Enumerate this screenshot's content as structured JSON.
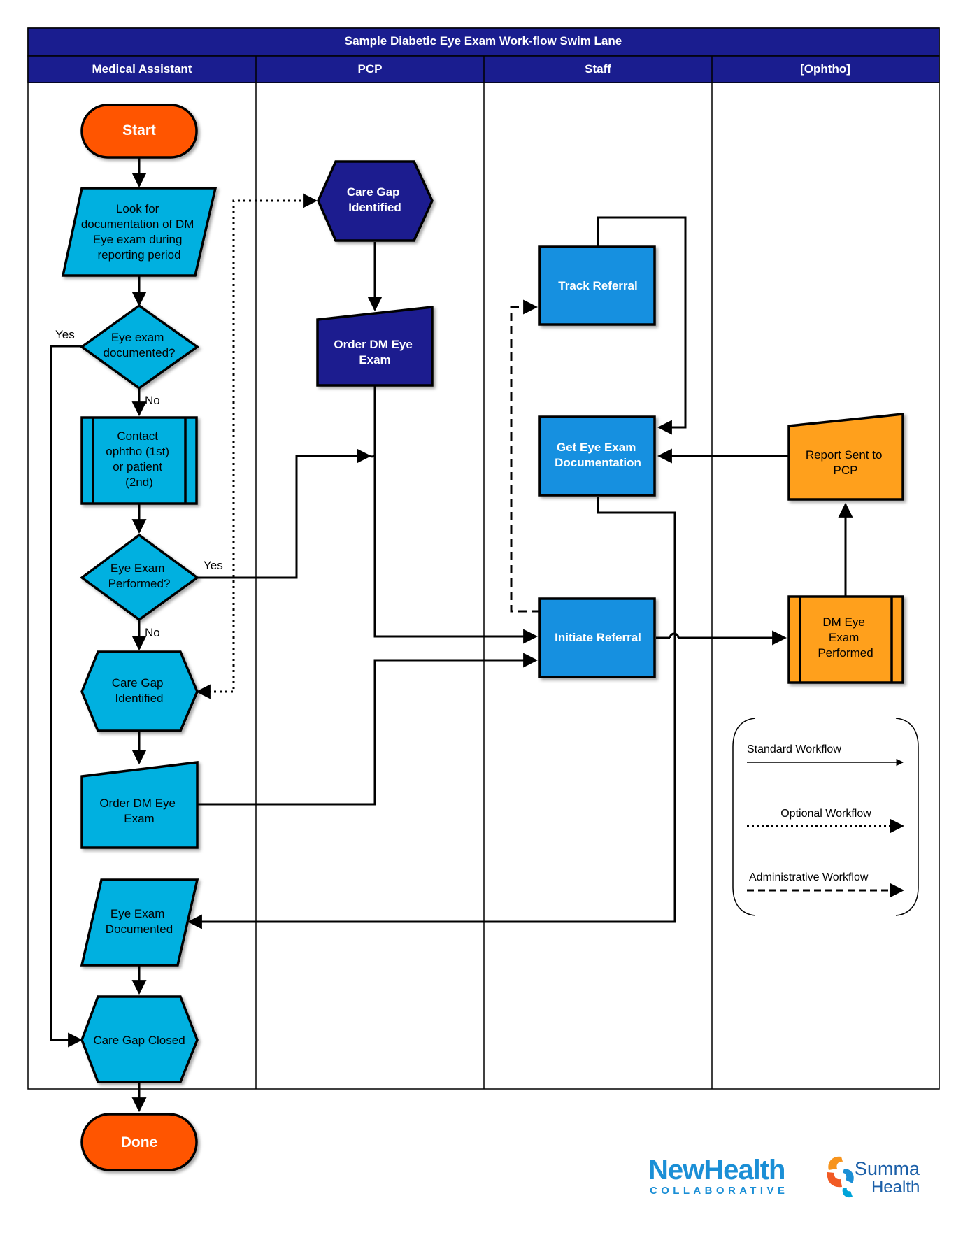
{
  "title": "Sample Diabetic Eye Exam Work-flow Swim Lane",
  "lanes": [
    "Medical Assistant",
    "PCP",
    "Staff",
    "[Ophtho]"
  ],
  "colors": {
    "header": "#1a1d8f",
    "terminal": "#ff5500",
    "ma_node": "#00b0e0",
    "pcp_node": "#1a1d8f",
    "staff_node": "#1590e0",
    "ophtho_node": "#ffa01f"
  },
  "nodes": {
    "start": "Start",
    "look_for_doc": [
      "Look for",
      "documentation of DM",
      "Eye exam during",
      "reporting period"
    ],
    "eye_exam_documented_q": [
      "Eye exam",
      "documented?"
    ],
    "contact_ophtho": [
      "Contact",
      "ophtho (1st)",
      "or patient",
      "(2nd)"
    ],
    "eye_exam_performed_q": [
      "Eye Exam",
      "Performed?"
    ],
    "care_gap_identified_ma": [
      "Care Gap",
      "Identified"
    ],
    "order_dm_eye_exam_ma": [
      "Order DM Eye",
      "Exam"
    ],
    "eye_exam_documented": [
      "Eye Exam",
      "Documented"
    ],
    "care_gap_closed": "Care Gap Closed",
    "done": "Done",
    "care_gap_identified_pcp": [
      "Care Gap",
      "Identified"
    ],
    "order_dm_eye_exam_pcp": [
      "Order DM Eye",
      "Exam"
    ],
    "track_referral": "Track Referral",
    "get_eye_exam_doc": [
      "Get Eye Exam",
      "Documentation"
    ],
    "initiate_referral": "Initiate Referral",
    "report_sent_to_pcp": [
      "Report Sent to",
      "PCP"
    ],
    "dm_eye_exam_performed": [
      "DM Eye",
      "Exam",
      "Performed"
    ]
  },
  "edge_labels": {
    "yes_documented": "Yes",
    "no_documented": "No",
    "yes_performed": "Yes",
    "no_performed": "No"
  },
  "legend": {
    "standard": "Standard Workflow",
    "optional": "Optional Workflow",
    "administrative": "Administrative Workflow"
  },
  "logos": {
    "newhealth_main": "NewHealth",
    "newhealth_sub": "COLLABORATIVE",
    "summa_top": "Summa",
    "summa_bottom": "Health"
  }
}
